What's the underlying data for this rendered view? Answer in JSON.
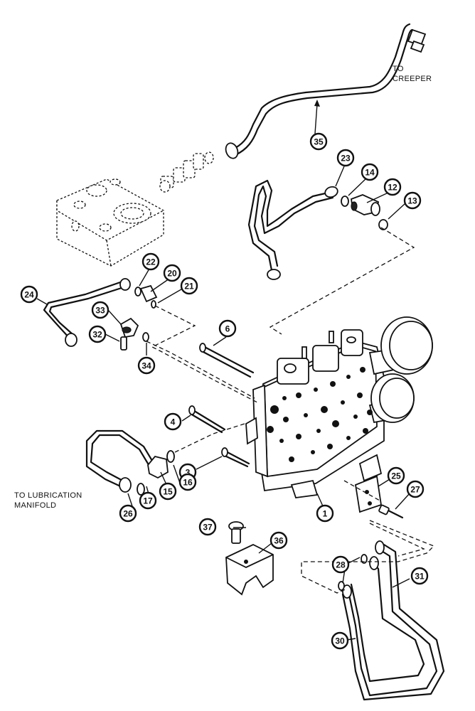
{
  "labels": {
    "to_creeper_line1": "TO",
    "to_creeper_line2": "CREEPER",
    "to_lubrication_line1": "TO LUBRICATION",
    "to_lubrication_line2": "MANIFOLD"
  },
  "callouts": [
    {
      "id": "c1",
      "number": "1"
    },
    {
      "id": "c3",
      "number": "3"
    },
    {
      "id": "c4",
      "number": "4"
    },
    {
      "id": "c6",
      "number": "6"
    },
    {
      "id": "c12",
      "number": "12"
    },
    {
      "id": "c13",
      "number": "13"
    },
    {
      "id": "c14",
      "number": "14"
    },
    {
      "id": "c15",
      "number": "15"
    },
    {
      "id": "c16",
      "number": "16"
    },
    {
      "id": "c17",
      "number": "17"
    },
    {
      "id": "c20",
      "number": "20"
    },
    {
      "id": "c21",
      "number": "21"
    },
    {
      "id": "c22",
      "number": "22"
    },
    {
      "id": "c23",
      "number": "23"
    },
    {
      "id": "c24",
      "number": "24"
    },
    {
      "id": "c25",
      "number": "25"
    },
    {
      "id": "c26",
      "number": "26"
    },
    {
      "id": "c27",
      "number": "27"
    },
    {
      "id": "c28",
      "number": "28"
    },
    {
      "id": "c30",
      "number": "30"
    },
    {
      "id": "c31",
      "number": "31"
    },
    {
      "id": "c32",
      "number": "32"
    },
    {
      "id": "c33",
      "number": "33"
    },
    {
      "id": "c34",
      "number": "34"
    },
    {
      "id": "c35",
      "number": "35"
    },
    {
      "id": "c36",
      "number": "36"
    },
    {
      "id": "c37",
      "number": "37"
    }
  ]
}
